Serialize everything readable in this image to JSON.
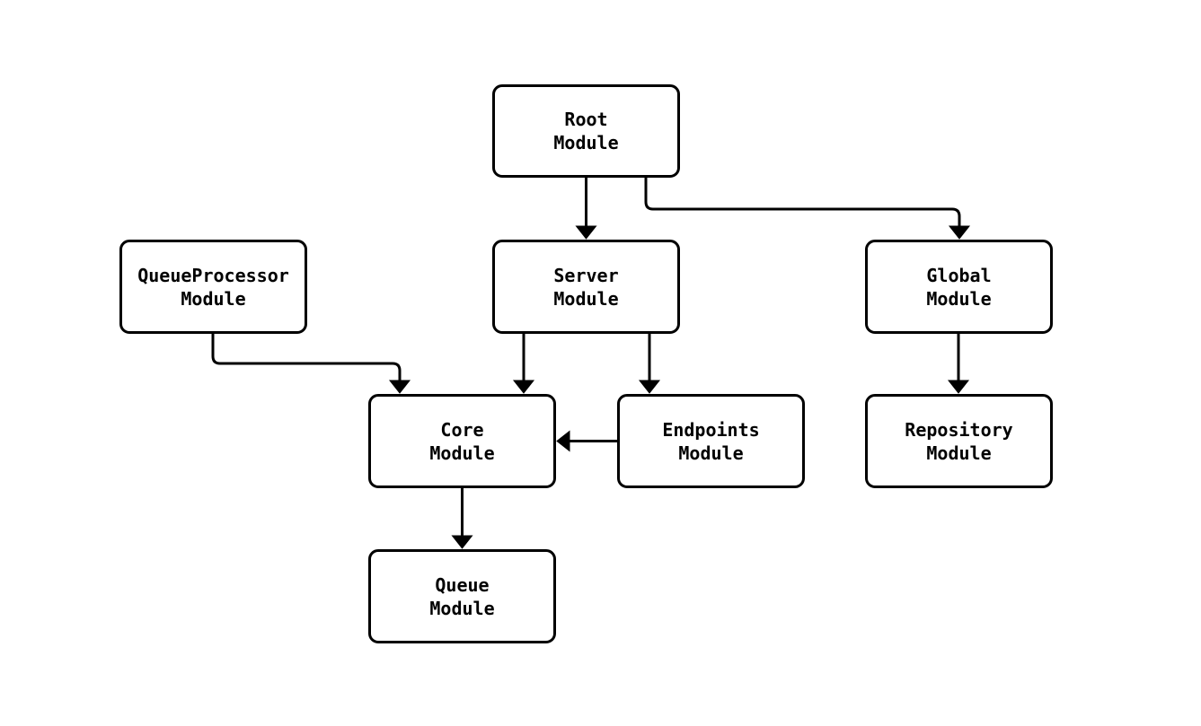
{
  "diagram": {
    "type": "module-dependency-flowchart",
    "colors": {
      "node_fill": "#ffffff",
      "node_border": "#000000",
      "edge_stroke": "#000000",
      "text": "#000000",
      "background": "#ffffff"
    },
    "nodes": [
      {
        "id": "root",
        "label": "Root\nModule"
      },
      {
        "id": "queueprocessor",
        "label": "QueueProcessor\nModule"
      },
      {
        "id": "server",
        "label": "Server\nModule"
      },
      {
        "id": "global",
        "label": "Global\nModule"
      },
      {
        "id": "core",
        "label": "Core\nModule"
      },
      {
        "id": "endpoints",
        "label": "Endpoints\nModule"
      },
      {
        "id": "repository",
        "label": "Repository\nModule"
      },
      {
        "id": "queue",
        "label": "Queue\nModule"
      }
    ],
    "edges": [
      {
        "from": "Root Module",
        "to": "Server Module"
      },
      {
        "from": "Root Module",
        "to": "Global Module"
      },
      {
        "from": "QueueProcessor Module",
        "to": "Core Module"
      },
      {
        "from": "Server Module",
        "to": "Core Module"
      },
      {
        "from": "Server Module",
        "to": "Endpoints Module"
      },
      {
        "from": "Endpoints Module",
        "to": "Core Module"
      },
      {
        "from": "Global Module",
        "to": "Repository Module"
      },
      {
        "from": "Core Module",
        "to": "Queue Module"
      }
    ]
  }
}
